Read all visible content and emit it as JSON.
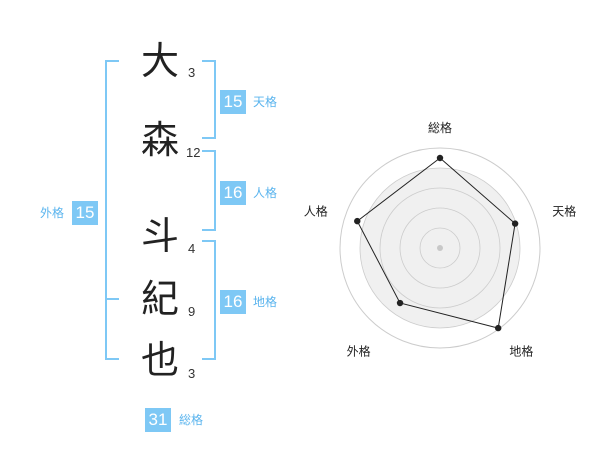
{
  "name": {
    "chars": [
      {
        "char": "大",
        "strokes": "3"
      },
      {
        "char": "森",
        "strokes": "12"
      },
      {
        "char": "斗",
        "strokes": "4"
      },
      {
        "char": "紀",
        "strokes": "9"
      },
      {
        "char": "也",
        "strokes": "3"
      }
    ]
  },
  "fortunes": {
    "tenkaku": {
      "value": "15",
      "label": "天格"
    },
    "jinkaku": {
      "value": "16",
      "label": "人格"
    },
    "chikaku": {
      "value": "16",
      "label": "地格"
    },
    "gaikaku": {
      "value": "15",
      "label": "外格"
    },
    "soukaku": {
      "value": "31",
      "label": "総格"
    }
  },
  "colors": {
    "accent": "#7ec8f5",
    "accent_text": "#5ab4ee",
    "text": "#222222",
    "radar_fill": "#f0f0f0",
    "radar_ring": "#cccccc",
    "radar_line": "#222222"
  },
  "chart_data": {
    "type": "radar",
    "axes": [
      "総格",
      "天格",
      "地格",
      "外格",
      "人格"
    ],
    "values": [
      0.9,
      0.79,
      0.99,
      0.68,
      0.87
    ],
    "rings": 5,
    "max": 1
  }
}
